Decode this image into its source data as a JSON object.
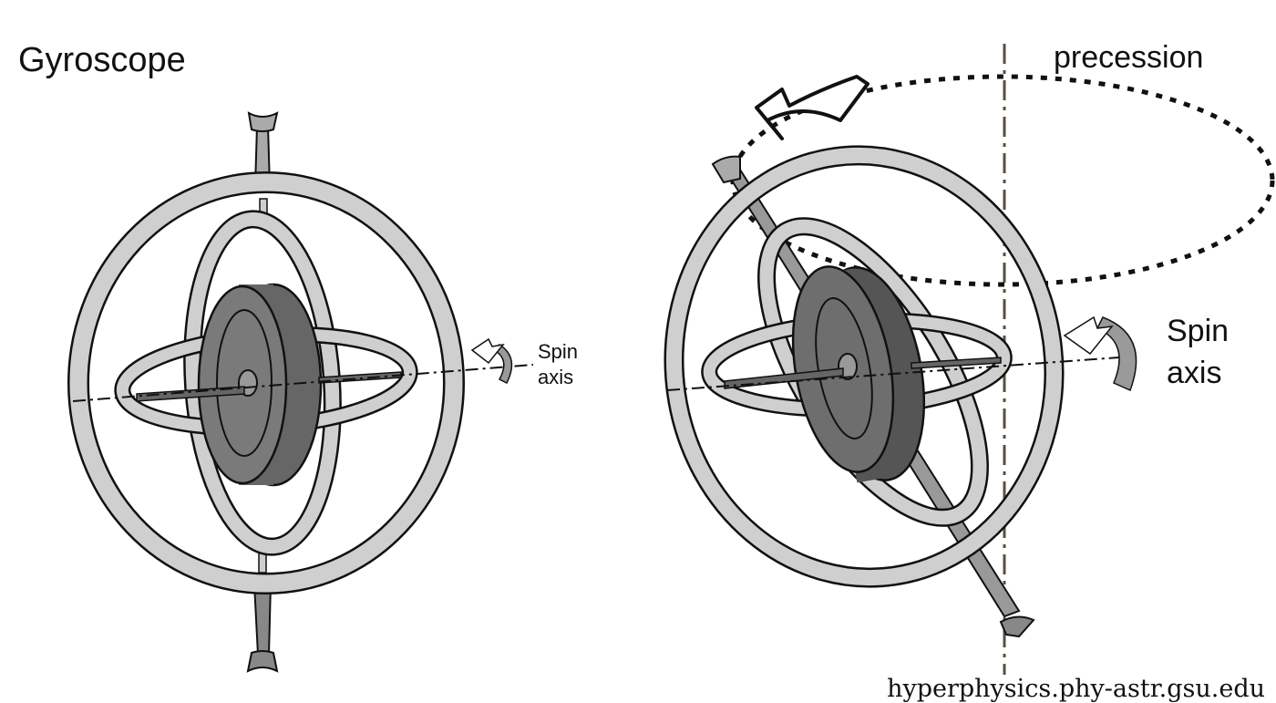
{
  "title": "Gyroscope",
  "left": {
    "spin_label_line1": "Spin",
    "spin_label_line2": "axis"
  },
  "right": {
    "precession_label": "precession",
    "spin_label_line1": "Spin",
    "spin_label_line2": "axis"
  },
  "credit": "hyperphysics.phy-astr.gsu.edu",
  "colors": {
    "ring_fill": "#cfcfcf",
    "ring_stroke": "#111111",
    "rotor_dark": "#555555",
    "rotor_mid": "#777777",
    "axle": "#666666",
    "dotted": "#111111",
    "vertical_axis": "#5a5040",
    "spin_arrow": "#9a9a9a"
  }
}
